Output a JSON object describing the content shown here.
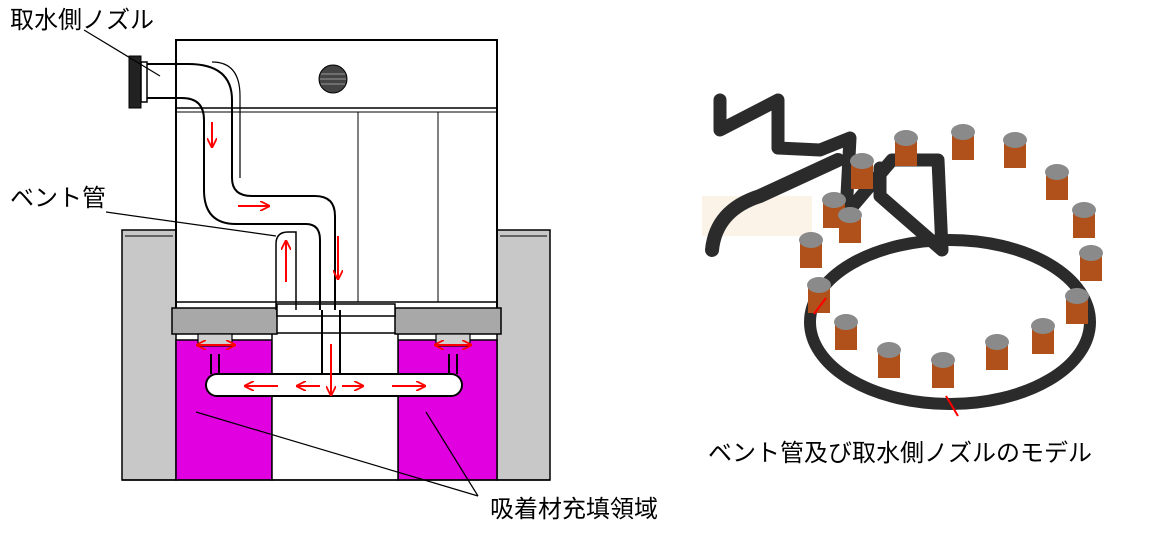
{
  "labels": {
    "intake_nozzle": "取水側ノズル",
    "vent_pipe": "ベント管",
    "adsorbent_region": "吸着材充填領域",
    "model_caption": "ベント管及び取水側ノズルのモデル"
  },
  "colors": {
    "adsorbent_fill": "#e000e0",
    "arrow": "#ff0000",
    "wall_gray": "#c8c8c8",
    "plate_gray": "#a8a8a8",
    "pipe_dark": "#2b2b2b",
    "nozzle_head": "#8a8a8a",
    "nozzle_body": "#b0501a"
  }
}
